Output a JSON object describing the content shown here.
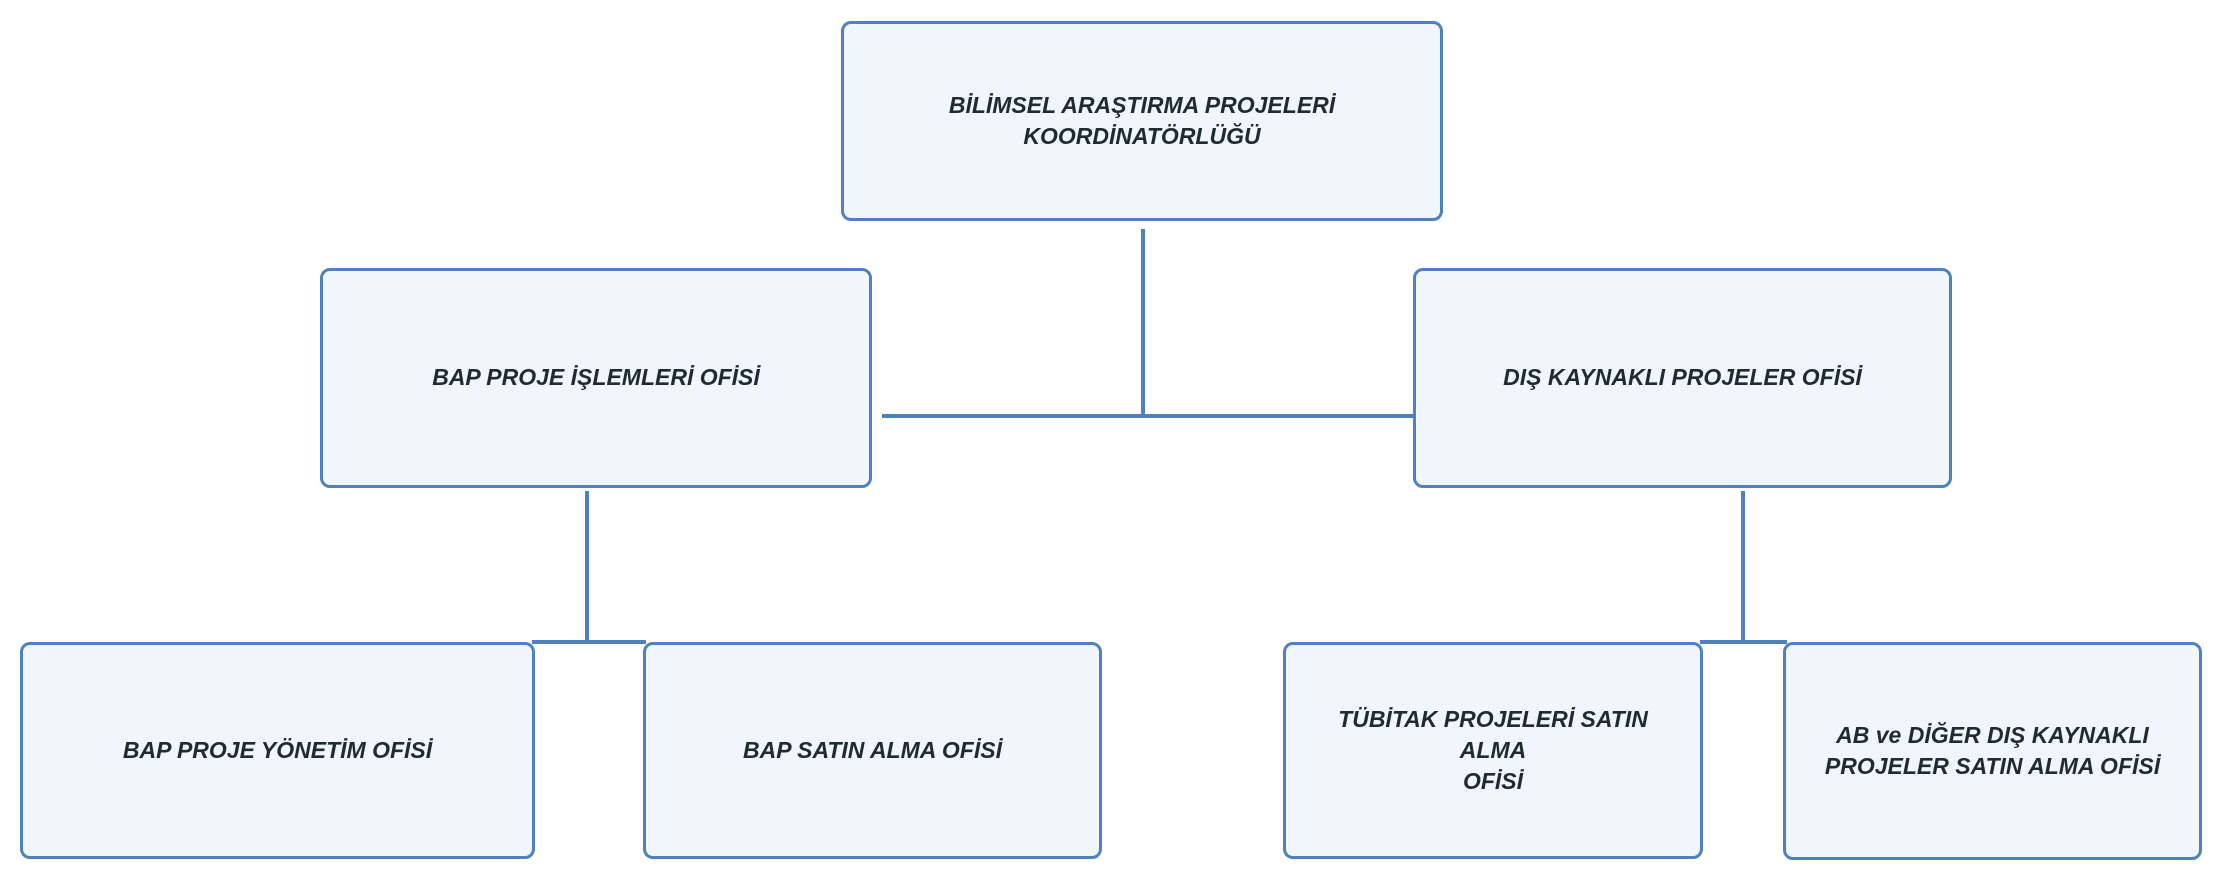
{
  "colors": {
    "background": "#ffffff",
    "node_fill": "#f1f6fc",
    "node_border": "#4e81bd",
    "connector": "#4e81bd",
    "text": "#1f2a33"
  },
  "nodes": {
    "root": {
      "label": "BİLİMSEL ARAŞTIRMA PROJELERİ KOORDİNATÖRLÜĞÜ",
      "lines": [
        "BİLİMSEL ARAŞTIRMA PROJELERİ",
        "KOORDİNATÖRLÜĞÜ"
      ]
    },
    "bap_proje_islemleri": {
      "label": "BAP PROJE İŞLEMLERİ OFİSİ",
      "lines": [
        "BAP PROJE İŞLEMLERİ OFİSİ"
      ]
    },
    "dis_kaynakli_projeler": {
      "label": "DIŞ KAYNAKLI PROJELER OFİSİ",
      "lines": [
        "DIŞ KAYNAKLI PROJELER OFİSİ"
      ]
    },
    "bap_proje_yonetim": {
      "label": "BAP PROJE YÖNETİM OFİSİ",
      "lines": [
        "BAP PROJE YÖNETİM OFİSİ"
      ]
    },
    "bap_satin_alma": {
      "label": "BAP SATIN ALMA OFİSİ",
      "lines": [
        "BAP SATIN ALMA OFİSİ"
      ]
    },
    "tubitak_satin_alma": {
      "label": "TÜBİTAK PROJELERİ SATIN ALMA OFİSİ",
      "lines": [
        "TÜBİTAK PROJELERİ SATIN ALMA",
        "OFİSİ"
      ]
    },
    "ab_diger_satin_alma": {
      "label": "AB ve DİĞER DIŞ KAYNAKLI PROJELER SATIN ALMA OFİSİ",
      "lines": [
        "AB ve DİĞER DIŞ KAYNAKLI",
        "PROJELER SATIN ALMA OFİSİ"
      ]
    }
  },
  "hierarchy": {
    "root": "root",
    "edges": [
      {
        "from": "root",
        "to": "bap_proje_islemleri"
      },
      {
        "from": "root",
        "to": "dis_kaynakli_projeler"
      },
      {
        "from": "bap_proje_islemleri",
        "to": "bap_proje_yonetim"
      },
      {
        "from": "bap_proje_islemleri",
        "to": "bap_satin_alma"
      },
      {
        "from": "dis_kaynakli_projeler",
        "to": "tubitak_satin_alma"
      },
      {
        "from": "dis_kaynakli_projeler",
        "to": "ab_diger_satin_alma"
      }
    ]
  }
}
